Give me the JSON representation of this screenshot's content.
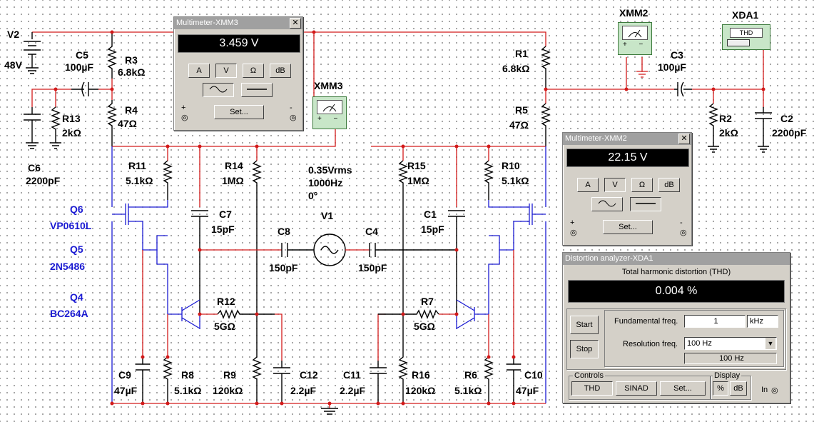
{
  "components": {
    "v2": {
      "name": "V2",
      "value": "48V"
    },
    "c5": {
      "name": "C5",
      "value": "100µF"
    },
    "r3": {
      "name": "R3",
      "value": "6.8kΩ"
    },
    "r4": {
      "name": "R4",
      "value": "47Ω"
    },
    "r13": {
      "name": "R13",
      "value": "2kΩ"
    },
    "c6": {
      "name": "C6",
      "value": "2200pF"
    },
    "r11": {
      "name": "R11",
      "value": "5.1kΩ"
    },
    "r14": {
      "name": "R14",
      "value": "1MΩ"
    },
    "c7": {
      "name": "C7",
      "value": "15pF"
    },
    "c8": {
      "name": "C8",
      "value": "150pF"
    },
    "v1": {
      "name": "V1",
      "amplitude": "0.35Vrms",
      "frequency": "1000Hz",
      "phase": "0°"
    },
    "c4": {
      "name": "C4",
      "value": "150pF"
    },
    "r15": {
      "name": "R15",
      "value": "1MΩ"
    },
    "c1": {
      "name": "C1",
      "value": "15pF"
    },
    "r10": {
      "name": "R10",
      "value": "5.1kΩ"
    },
    "r1": {
      "name": "R1",
      "value": "6.8kΩ"
    },
    "r5": {
      "name": "R5",
      "value": "47Ω"
    },
    "c3": {
      "name": "C3",
      "value": "100µF"
    },
    "r2": {
      "name": "R2",
      "value": "2kΩ"
    },
    "c2": {
      "name": "C2",
      "value": "2200pF"
    },
    "r12": {
      "name": "R12",
      "value": "5GΩ"
    },
    "r7": {
      "name": "R7",
      "value": "5GΩ"
    },
    "c9": {
      "name": "C9",
      "value": "47µF"
    },
    "r8": {
      "name": "R8",
      "value": "5.1kΩ"
    },
    "r9": {
      "name": "R9",
      "value": "120kΩ"
    },
    "c12": {
      "name": "C12",
      "value": "2.2µF"
    },
    "c11": {
      "name": "C11",
      "value": "2.2µF"
    },
    "r16": {
      "name": "R16",
      "value": "120kΩ"
    },
    "r6": {
      "name": "R6",
      "value": "5.1kΩ"
    },
    "c10": {
      "name": "C10",
      "value": "47µF"
    }
  },
  "transistors": {
    "q6": {
      "name": "Q6",
      "model": "VP0610L"
    },
    "q5": {
      "name": "Q5",
      "model": "2N5486"
    },
    "q4": {
      "name": "Q4",
      "model": "BC264A"
    }
  },
  "instruments": {
    "xmm3_probe": {
      "name": "XMM3"
    },
    "xmm2_probe": {
      "name": "XMM2"
    },
    "xda1_probe": {
      "name": "XDA1",
      "screen": "THD"
    }
  },
  "multimeter_xmm3": {
    "title": "Multimeter-XMM3",
    "reading": "3.459 V",
    "modes": [
      "A",
      "V",
      "Ω",
      "dB"
    ],
    "active_mode": "V",
    "set_label": "Set...",
    "plus": "+",
    "minus": "-"
  },
  "multimeter_xmm2": {
    "title": "Multimeter-XMM2",
    "reading": "22.15 V",
    "modes": [
      "A",
      "V",
      "Ω",
      "dB"
    ],
    "active_mode": "V",
    "set_label": "Set...",
    "plus": "+",
    "minus": "-"
  },
  "distortion_analyzer": {
    "title": "Distortion analyzer-XDA1",
    "heading": "Total harmonic distortion (THD)",
    "reading": "0.004 %",
    "start_label": "Start",
    "stop_label": "Stop",
    "fundamental_label": "Fundamental freq.",
    "fundamental_value": "1",
    "fundamental_unit": "kHz",
    "resolution_label": "Resolution freq.",
    "resolution_value": "100 Hz",
    "resolution_readout": "100 Hz",
    "controls_label": "Controls",
    "thd_label": "THD",
    "sinad_label": "SINAD",
    "set_label": "Set...",
    "display_label": "Display",
    "percent_label": "%",
    "db_label": "dB",
    "in_label": "In"
  },
  "colors": {
    "wire": "#d21a1a",
    "transistor_wire": "#1a1ad2",
    "panel": "#d4d0c8",
    "titlebar": "#a0a0a0"
  }
}
